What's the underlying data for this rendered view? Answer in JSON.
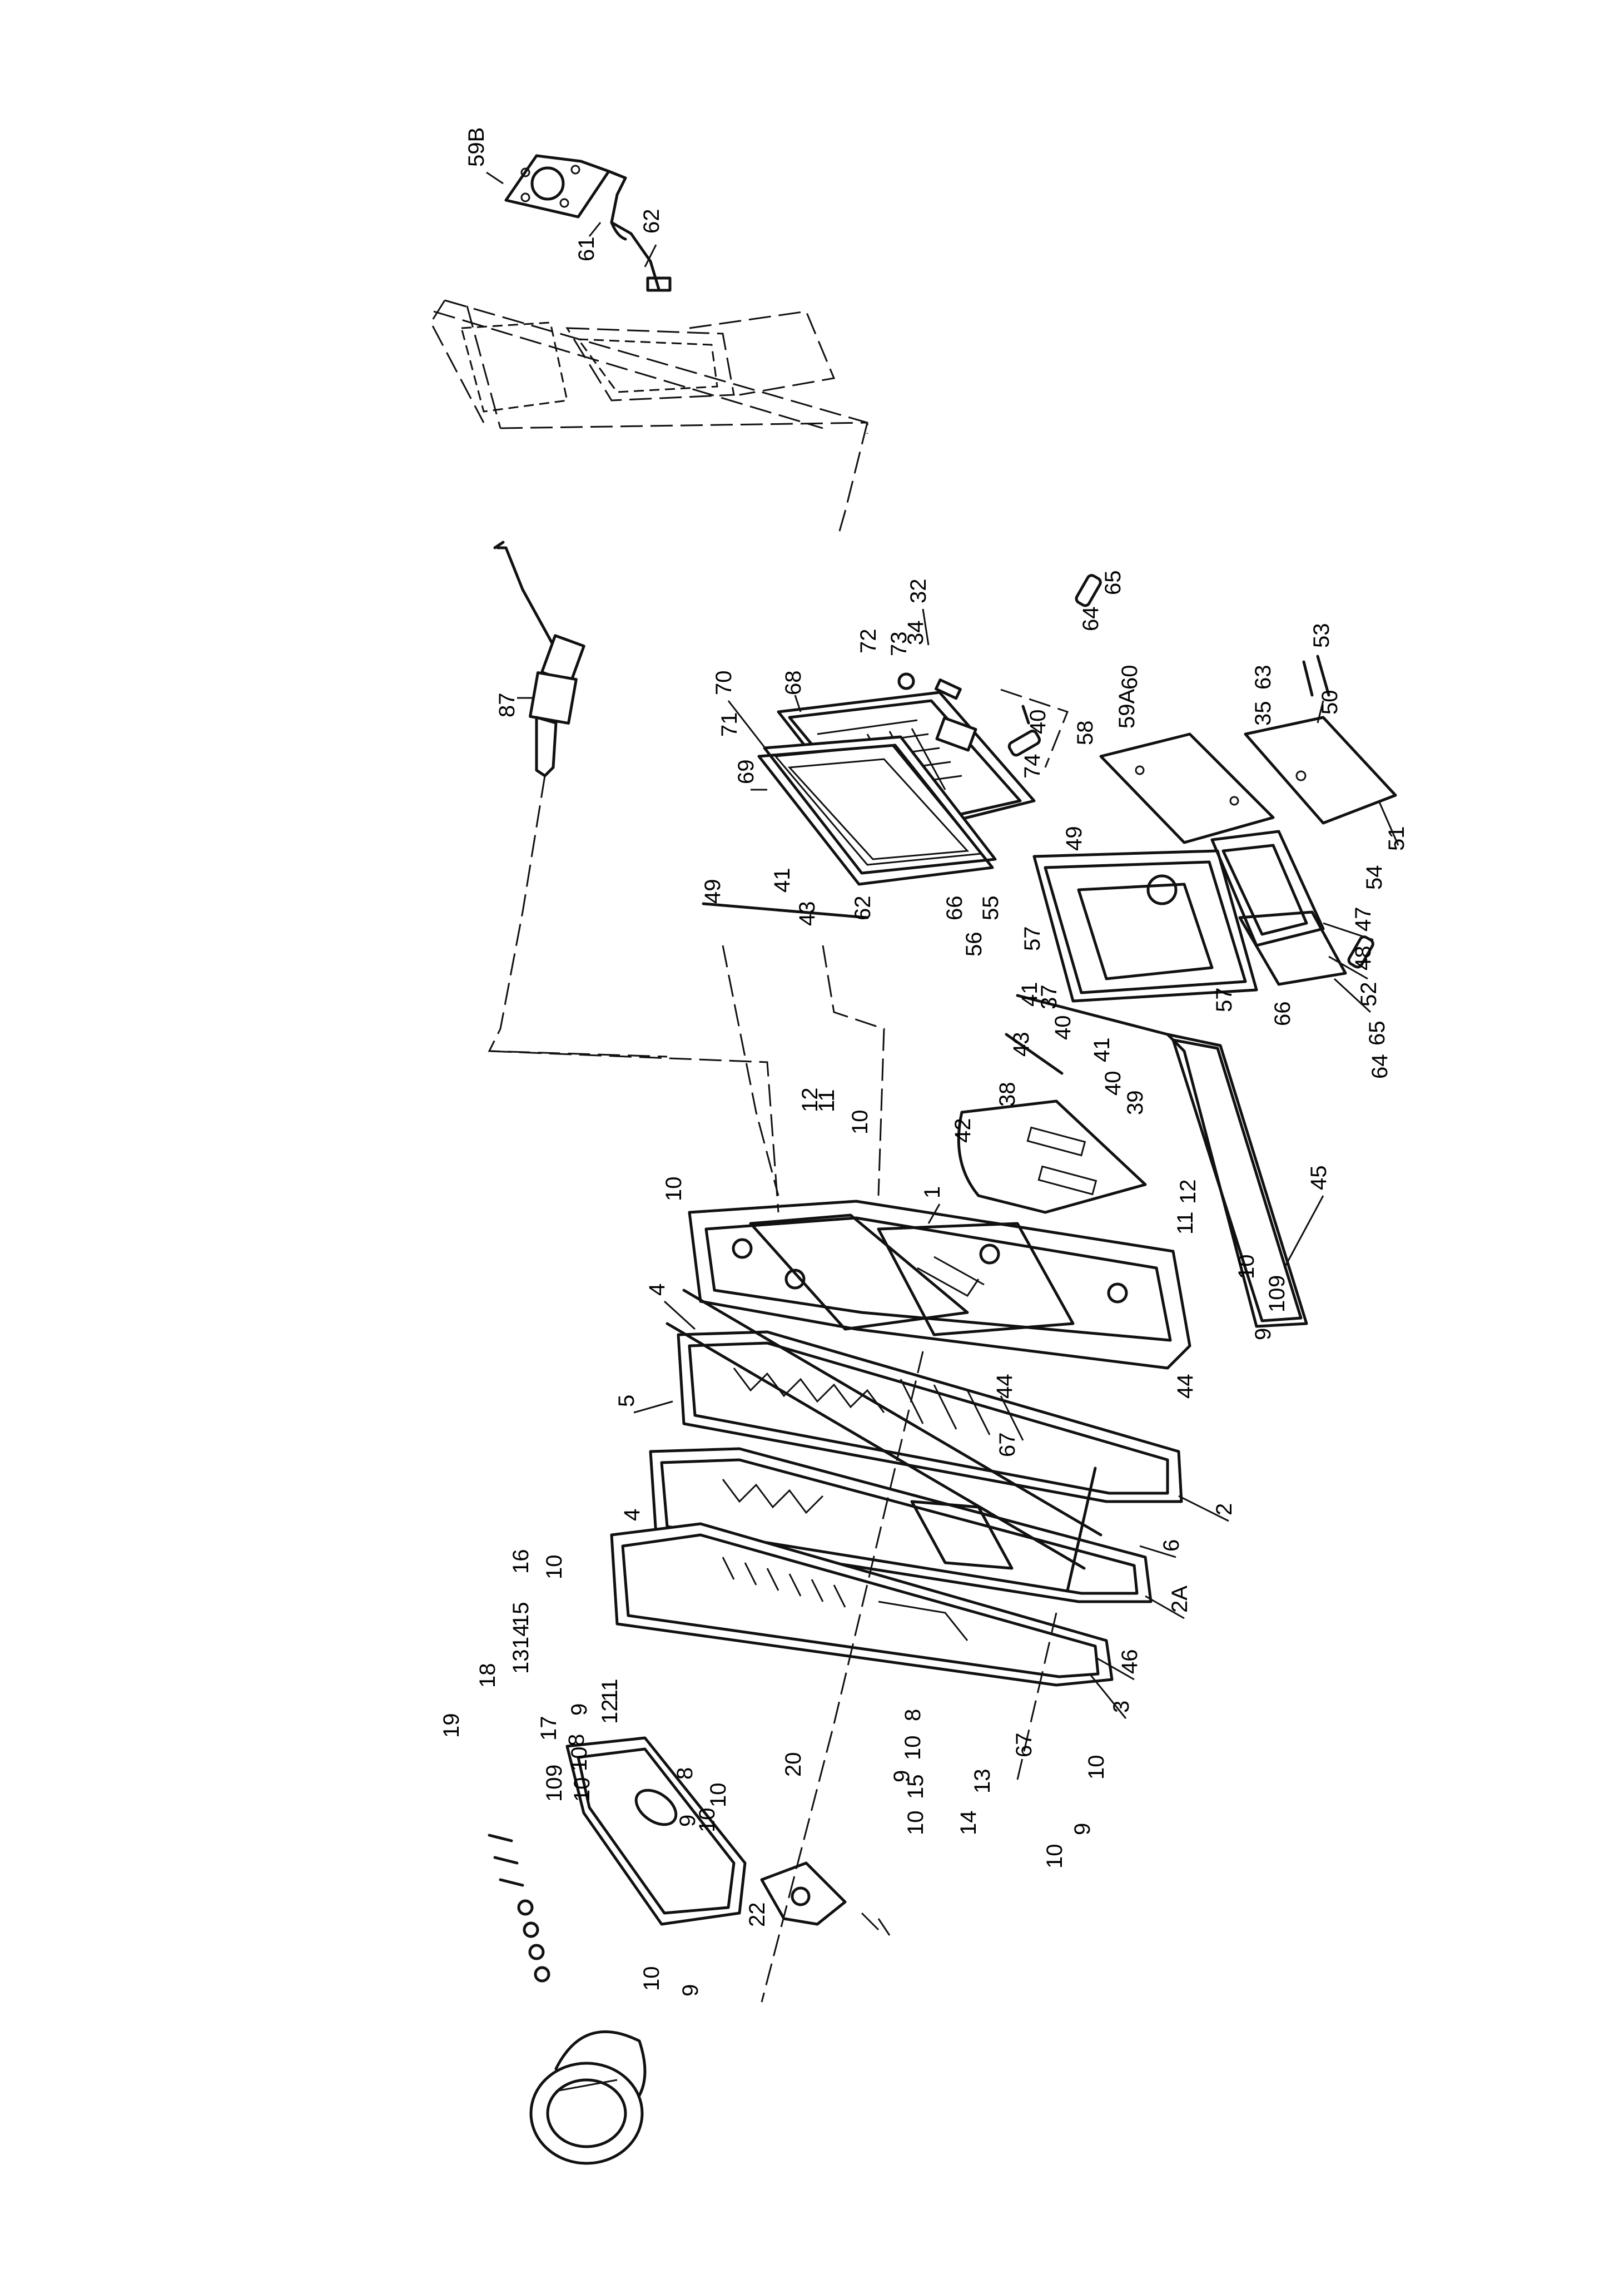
{
  "diagram": {
    "callouts": [
      {
        "id": "59B",
        "text": "59B"
      },
      {
        "id": "61",
        "text": "61"
      },
      {
        "id": "62-top",
        "text": "62"
      },
      {
        "id": "87",
        "text": "87"
      },
      {
        "id": "32",
        "text": "32"
      },
      {
        "id": "34",
        "text": "34"
      },
      {
        "id": "73",
        "text": "73"
      },
      {
        "id": "72",
        "text": "72"
      },
      {
        "id": "68",
        "text": "68"
      },
      {
        "id": "70",
        "text": "70"
      },
      {
        "id": "71",
        "text": "71"
      },
      {
        "id": "69",
        "text": "69"
      },
      {
        "id": "62-mid",
        "text": "62"
      },
      {
        "id": "66-mid",
        "text": "66"
      },
      {
        "id": "55",
        "text": "55"
      },
      {
        "id": "56",
        "text": "56"
      },
      {
        "id": "74",
        "text": "74"
      },
      {
        "id": "40-a",
        "text": "40"
      },
      {
        "id": "58",
        "text": "58"
      },
      {
        "id": "49-a",
        "text": "49"
      },
      {
        "id": "65-top",
        "text": "65"
      },
      {
        "id": "64-top",
        "text": "64"
      },
      {
        "id": "60",
        "text": "60"
      },
      {
        "id": "59A",
        "text": "59A"
      },
      {
        "id": "53",
        "text": "53"
      },
      {
        "id": "63",
        "text": "63"
      },
      {
        "id": "35",
        "text": "35"
      },
      {
        "id": "50",
        "text": "50"
      },
      {
        "id": "51",
        "text": "51"
      },
      {
        "id": "54",
        "text": "54"
      },
      {
        "id": "47",
        "text": "47"
      },
      {
        "id": "48",
        "text": "48"
      },
      {
        "id": "52",
        "text": "52"
      },
      {
        "id": "65-bot",
        "text": "65"
      },
      {
        "id": "64-bot",
        "text": "64"
      },
      {
        "id": "66-bot",
        "text": "66"
      },
      {
        "id": "57-a",
        "text": "57"
      },
      {
        "id": "57-b",
        "text": "57"
      },
      {
        "id": "37",
        "text": "37"
      },
      {
        "id": "41-a",
        "text": "41"
      },
      {
        "id": "49-b",
        "text": "49"
      },
      {
        "id": "43-a",
        "text": "43"
      },
      {
        "id": "41-b",
        "text": "41"
      },
      {
        "id": "43-b",
        "text": "43"
      },
      {
        "id": "40-b",
        "text": "40"
      },
      {
        "id": "38",
        "text": "38"
      },
      {
        "id": "41-c",
        "text": "41"
      },
      {
        "id": "40-c",
        "text": "40"
      },
      {
        "id": "39",
        "text": "39"
      },
      {
        "id": "42",
        "text": "42"
      },
      {
        "id": "12-a",
        "text": "12"
      },
      {
        "id": "11-a",
        "text": "11"
      },
      {
        "id": "10-a",
        "text": "10"
      },
      {
        "id": "10-b",
        "text": "10"
      },
      {
        "id": "1",
        "text": "1"
      },
      {
        "id": "11-b",
        "text": "11"
      },
      {
        "id": "12-b",
        "text": "12"
      },
      {
        "id": "45",
        "text": "45"
      },
      {
        "id": "10-c",
        "text": "10"
      },
      {
        "id": "9-a",
        "text": "9"
      },
      {
        "id": "10-d",
        "text": "10"
      },
      {
        "id": "9-b",
        "text": "9"
      },
      {
        "id": "44-a",
        "text": "44"
      },
      {
        "id": "44-b",
        "text": "44"
      },
      {
        "id": "4-a",
        "text": "4"
      },
      {
        "id": "5",
        "text": "5"
      },
      {
        "id": "67-a",
        "text": "67"
      },
      {
        "id": "2",
        "text": "2"
      },
      {
        "id": "6",
        "text": "6"
      },
      {
        "id": "2A",
        "text": "2A"
      },
      {
        "id": "46",
        "text": "46"
      },
      {
        "id": "4-b",
        "text": "4"
      },
      {
        "id": "16",
        "text": "16"
      },
      {
        "id": "10-e",
        "text": "10"
      },
      {
        "id": "15-a",
        "text": "15"
      },
      {
        "id": "14-a",
        "text": "14"
      },
      {
        "id": "13-a",
        "text": "13"
      },
      {
        "id": "18",
        "text": "18"
      },
      {
        "id": "19",
        "text": "19"
      },
      {
        "id": "17",
        "text": "17"
      },
      {
        "id": "9-c",
        "text": "9"
      },
      {
        "id": "8-a",
        "text": "8"
      },
      {
        "id": "10-f",
        "text": "10"
      },
      {
        "id": "11-c",
        "text": "11"
      },
      {
        "id": "12-c",
        "text": "12"
      },
      {
        "id": "67-b",
        "text": "67"
      },
      {
        "id": "3",
        "text": "3"
      },
      {
        "id": "9-d",
        "text": "9"
      },
      {
        "id": "10-g",
        "text": "10"
      },
      {
        "id": "10-h",
        "text": "10"
      },
      {
        "id": "8-b",
        "text": "8"
      },
      {
        "id": "20",
        "text": "20"
      },
      {
        "id": "10-i",
        "text": "10"
      },
      {
        "id": "9-e",
        "text": "9"
      },
      {
        "id": "10-j",
        "text": "10"
      },
      {
        "id": "8-c",
        "text": "8"
      },
      {
        "id": "9-f",
        "text": "9"
      },
      {
        "id": "10-k",
        "text": "10"
      },
      {
        "id": "15-b",
        "text": "15"
      },
      {
        "id": "10-l",
        "text": "10"
      },
      {
        "id": "14-b",
        "text": "14"
      },
      {
        "id": "13-b",
        "text": "13"
      },
      {
        "id": "10-m",
        "text": "10"
      },
      {
        "id": "9-g",
        "text": "9"
      },
      {
        "id": "10-n",
        "text": "10"
      },
      {
        "id": "22",
        "text": "22"
      },
      {
        "id": "10-o",
        "text": "10"
      },
      {
        "id": "9-h",
        "text": "9"
      }
    ]
  }
}
